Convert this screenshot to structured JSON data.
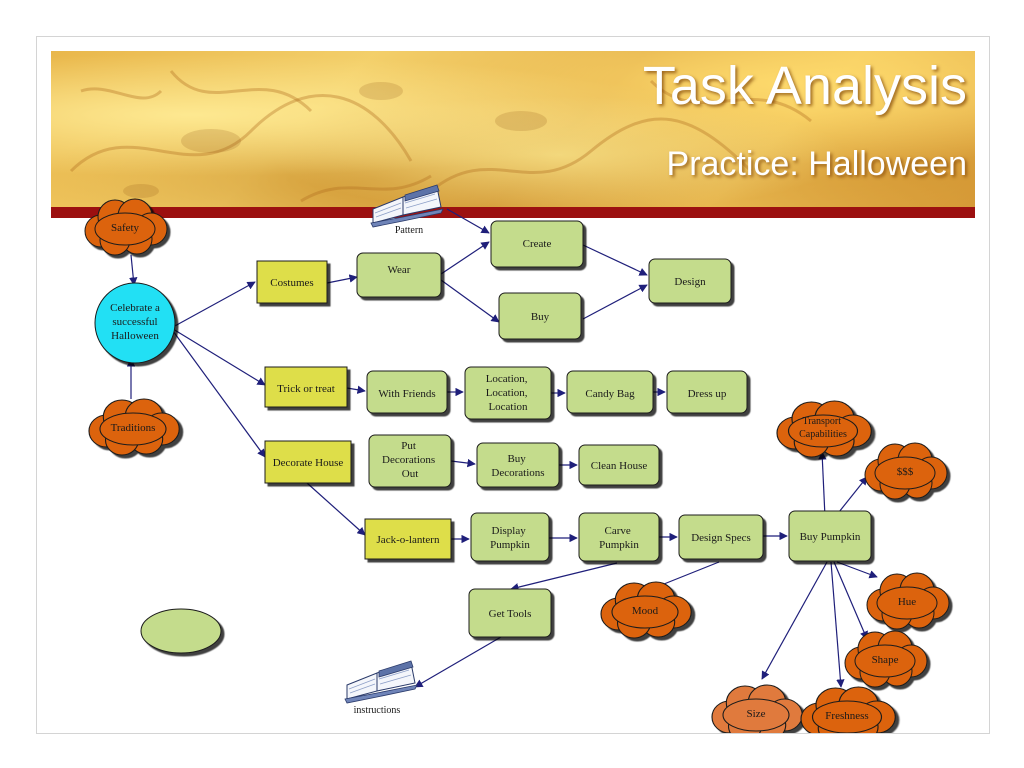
{
  "title": "Task Analysis",
  "subtitle": "Practice: Halloween",
  "colors": {
    "task_box": "#dede4a",
    "step_box": "#c4dc8c",
    "cloud": "#dc6410",
    "cloud_light": "#e07a3c",
    "goal": "#20e0f4",
    "arrow": "#1f1f7a",
    "banner_bar": "#9c1010"
  },
  "nodes": {
    "goal": {
      "label": "Celebrate a successful Halloween"
    },
    "costumes": {
      "label": "Costumes"
    },
    "trick_or_treat": {
      "label": "Trick or treat"
    },
    "decorate_house": {
      "label": "Decorate House"
    },
    "jack_o_lantern": {
      "label": "Jack-o-lantern"
    },
    "wear": {
      "label": "Wear"
    },
    "create": {
      "label": "Create"
    },
    "buy": {
      "label": "Buy"
    },
    "design": {
      "label": "Design"
    },
    "with_friends": {
      "label": "With Friends"
    },
    "location": {
      "label": "Location, Location, Location"
    },
    "candy_bag": {
      "label": "Candy Bag"
    },
    "dress_up": {
      "label": "Dress up"
    },
    "put_decorations_out": {
      "label": "Put Decorations Out"
    },
    "buy_decorations": {
      "label": "Buy Decorations"
    },
    "clean_house": {
      "label": "Clean House"
    },
    "display_pumpkin": {
      "label": "Display Pumpkin"
    },
    "carve_pumpkin": {
      "label": "Carve Pumpkin"
    },
    "design_specs": {
      "label": "Design Specs"
    },
    "buy_pumpkin": {
      "label": "Buy Pumpkin"
    },
    "get_tools": {
      "label": "Get Tools"
    },
    "safety": {
      "label": "Safety"
    },
    "traditions": {
      "label": "Traditions"
    },
    "transport": {
      "label": "Transport Capabilities"
    },
    "money": {
      "label": "$$$"
    },
    "mood": {
      "label": "Mood"
    },
    "hue": {
      "label": "Hue"
    },
    "shape": {
      "label": "Shape"
    },
    "size": {
      "label": "Size"
    },
    "freshness": {
      "label": "Freshness"
    },
    "pattern": {
      "label": "Pattern"
    },
    "instructions": {
      "label": "instructions"
    }
  }
}
